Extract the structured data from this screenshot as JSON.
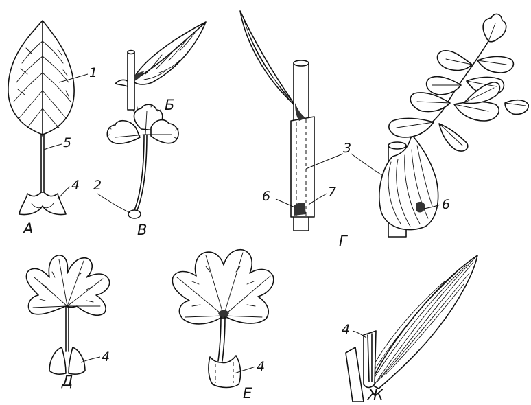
{
  "figure_letters": {
    "a": "А",
    "b": "Б",
    "v": "В",
    "g": "Г",
    "d": "Д",
    "e": "Е",
    "zh": "Ж"
  },
  "part_numbers": {
    "n1": "1",
    "n2": "2",
    "n3": "3",
    "n4": "4",
    "n5": "5",
    "n6": "6",
    "n7": "7"
  }
}
